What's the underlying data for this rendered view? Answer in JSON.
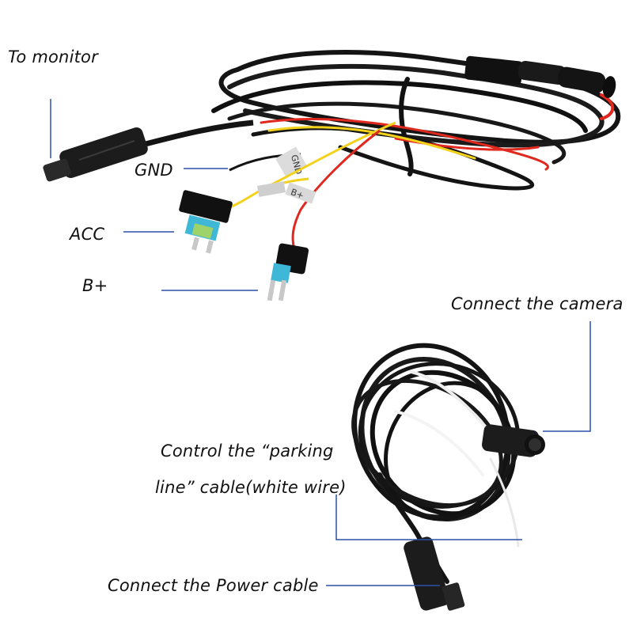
{
  "labels": {
    "to_monitor": "To monitor",
    "gnd": "GND",
    "acc": "ACC",
    "b_plus": "B+",
    "connect_camera": "Connect the camera",
    "parking_line_1": "Control the  “parking",
    "parking_line_2": "line” cable(white wire)",
    "connect_power": "Connect the Power cable"
  },
  "wire_tags": {
    "gnd_tag": "GND",
    "bplus_tag": "B+"
  },
  "colors": {
    "leader_line": "#2b4fa8",
    "cable_black": "#141414",
    "wire_yellow": "#f2d21b",
    "wire_red": "#e0281e",
    "wire_white": "#eeeeee",
    "fuse_blue": "#3fb7d6",
    "fuse_green": "#9ed36a"
  }
}
